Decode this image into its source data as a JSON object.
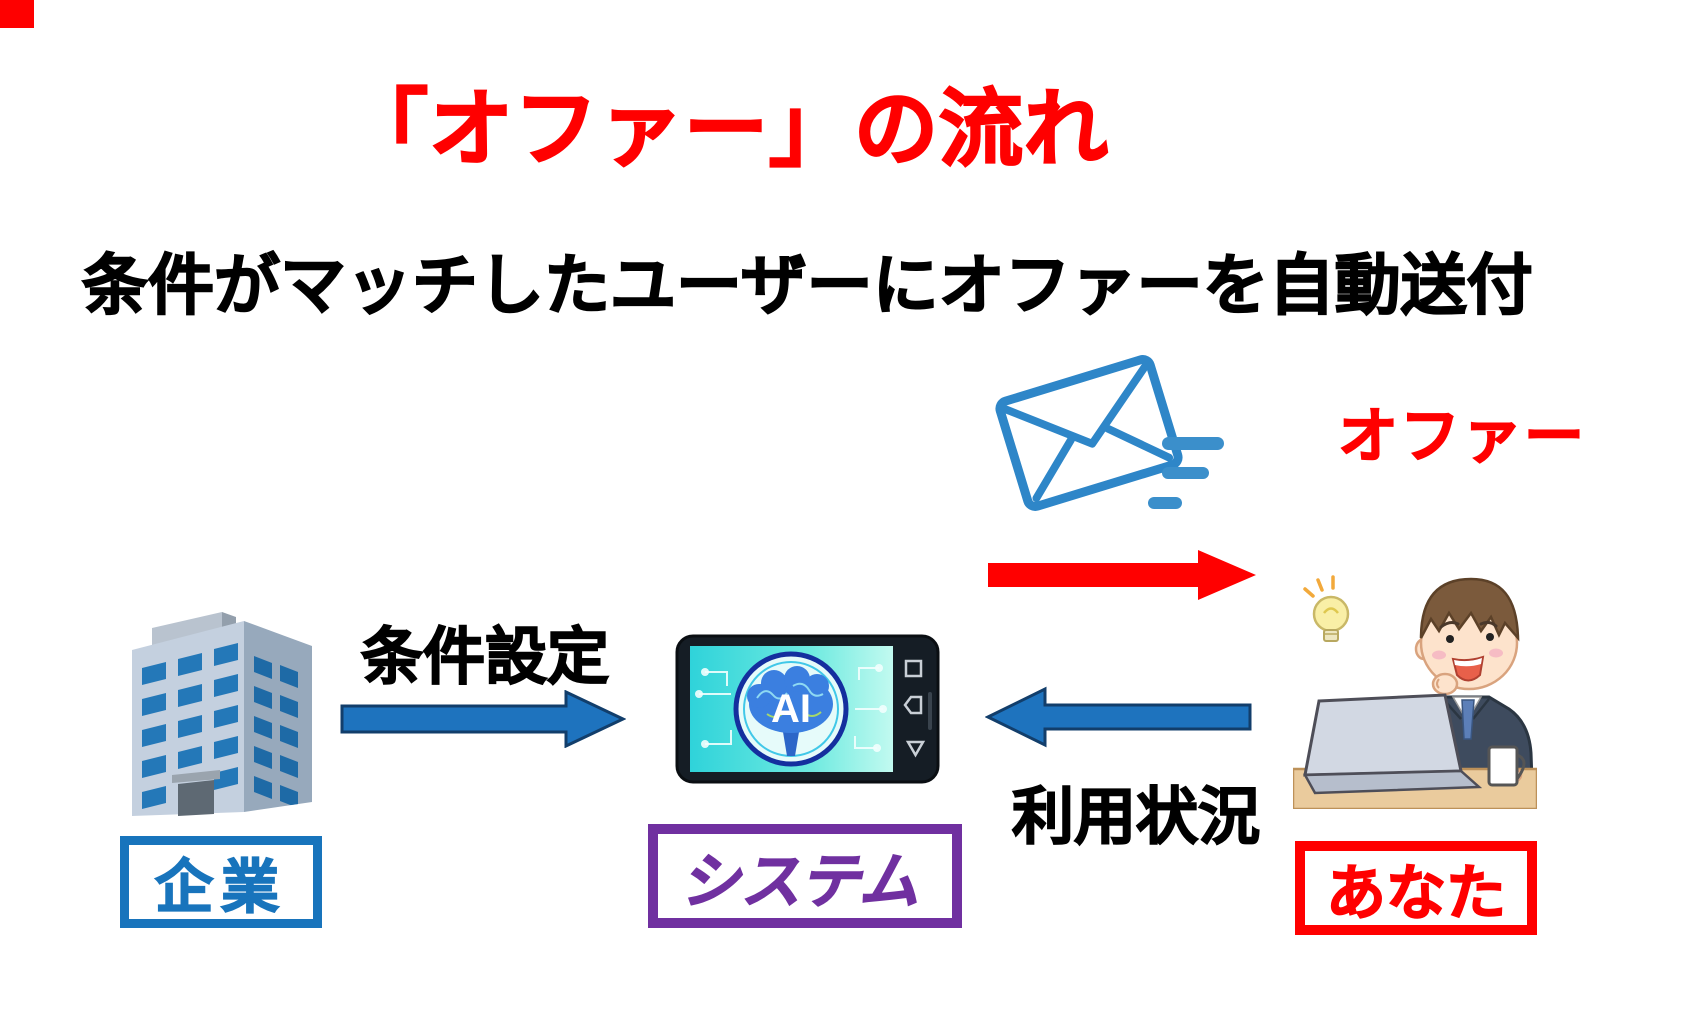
{
  "title": {
    "text": "「オファー」の流れ",
    "color": "#FF0000"
  },
  "subtitle": {
    "text": "条件がマッチしたユーザーにオファーを自動送付",
    "color": "#000000"
  },
  "flow": {
    "offer": {
      "label": "オファー",
      "label_color": "#FF0000",
      "arrow_color": "#FF0000",
      "icon": "envelope-icon",
      "icon_color": "#2E86C8"
    },
    "condition": {
      "label": "条件設定",
      "label_color": "#000000",
      "arrow_color": "#1E73BE"
    },
    "usage": {
      "label": "利用状況",
      "label_color": "#000000",
      "arrow_color": "#1E73BE"
    }
  },
  "entities": {
    "company": {
      "label": "企業",
      "color": "#1874BC",
      "icon": "office-building-icon"
    },
    "system": {
      "label": "システム",
      "color": "#7030A0",
      "icon": "ai-smartphone-icon",
      "ai_label": "AI"
    },
    "you": {
      "label": "あなた",
      "color": "#FF0000",
      "icon": "person-at-laptop-illustration"
    }
  }
}
